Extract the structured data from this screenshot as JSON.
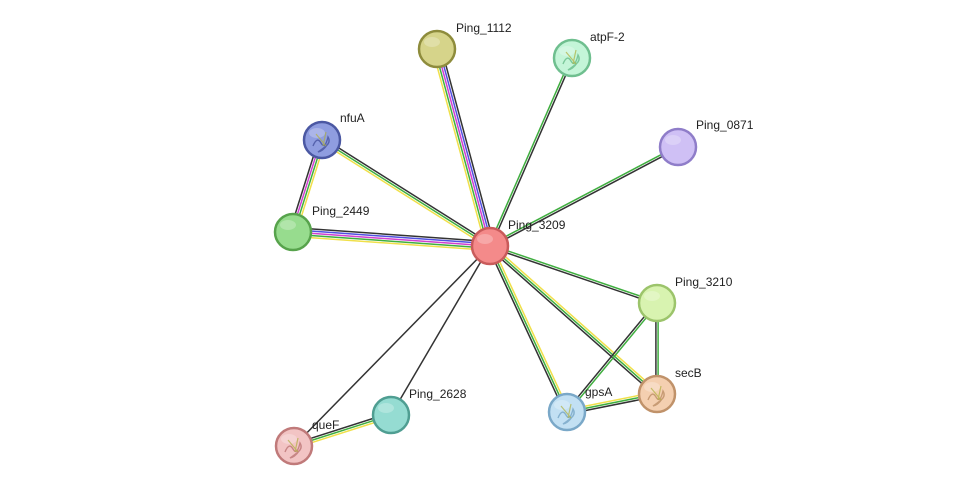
{
  "network": {
    "nodes": [
      {
        "id": "Ping_3209",
        "label": "Ping_3209",
        "color": "#f48a8a",
        "stroke": "#c95b5b",
        "structure": false
      },
      {
        "id": "Ping_1112",
        "label": "Ping_1112",
        "color": "#d6d48a",
        "stroke": "#8e8c3c",
        "structure": false
      },
      {
        "id": "atpF-2",
        "label": "atpF-2",
        "color": "#c4f5d8",
        "stroke": "#6fbf8f",
        "structure": true
      },
      {
        "id": "nfuA",
        "label": "nfuA",
        "color": "#8f9de0",
        "stroke": "#4b58a3",
        "structure": true
      },
      {
        "id": "Ping_0871",
        "label": "Ping_0871",
        "color": "#cfc0f5",
        "stroke": "#8f7dc9",
        "structure": false
      },
      {
        "id": "Ping_2449",
        "label": "Ping_2449",
        "color": "#97dc8e",
        "stroke": "#57a34c",
        "structure": false
      },
      {
        "id": "Ping_3210",
        "label": "Ping_3210",
        "color": "#d8f3b0",
        "stroke": "#9cc46b",
        "structure": false
      },
      {
        "id": "secB",
        "label": "secB",
        "color": "#f4cfb0",
        "stroke": "#c0926a",
        "structure": true
      },
      {
        "id": "gpsA",
        "label": "gpsA",
        "color": "#c2e0f3",
        "stroke": "#7aa8c8",
        "structure": true
      },
      {
        "id": "Ping_2628",
        "label": "Ping_2628",
        "color": "#95dcd2",
        "stroke": "#4f9e92",
        "structure": false
      },
      {
        "id": "queF",
        "label": "queF",
        "color": "#f2c4c4",
        "stroke": "#c07a7a",
        "structure": true
      }
    ],
    "edges": [
      {
        "from": "Ping_3209",
        "to": "Ping_1112",
        "colors": [
          "#f0e04a",
          "#3fae3f",
          "#d040d0",
          "#5050e0",
          "#333333"
        ]
      },
      {
        "from": "Ping_3209",
        "to": "atpF-2",
        "colors": [
          "#3fae3f",
          "#333333"
        ]
      },
      {
        "from": "Ping_3209",
        "to": "Ping_0871",
        "colors": [
          "#3fae3f",
          "#333333"
        ]
      },
      {
        "from": "Ping_3209",
        "to": "nfuA",
        "colors": [
          "#f0e04a",
          "#3fae3f",
          "#333333"
        ]
      },
      {
        "from": "Ping_3209",
        "to": "Ping_2449",
        "colors": [
          "#f0e04a",
          "#3fae3f",
          "#d040d0",
          "#5050e0",
          "#333333"
        ]
      },
      {
        "from": "Ping_3209",
        "to": "Ping_3210",
        "colors": [
          "#3fae3f",
          "#333333"
        ]
      },
      {
        "from": "Ping_3209",
        "to": "secB",
        "colors": [
          "#f0e04a",
          "#3fae3f",
          "#333333"
        ]
      },
      {
        "from": "Ping_3209",
        "to": "gpsA",
        "colors": [
          "#f0e04a",
          "#3fae3f",
          "#333333"
        ]
      },
      {
        "from": "Ping_3209",
        "to": "Ping_2628",
        "colors": [
          "#333333"
        ]
      },
      {
        "from": "Ping_3209",
        "to": "queF",
        "colors": [
          "#333333"
        ]
      },
      {
        "from": "nfuA",
        "to": "Ping_2449",
        "colors": [
          "#f0e04a",
          "#3fae3f",
          "#d040d0",
          "#333333"
        ]
      },
      {
        "from": "Ping_3210",
        "to": "secB",
        "colors": [
          "#3fae3f",
          "#333333"
        ]
      },
      {
        "from": "Ping_3210",
        "to": "gpsA",
        "colors": [
          "#3fae3f",
          "#333333"
        ]
      },
      {
        "from": "gpsA",
        "to": "secB",
        "colors": [
          "#f0e04a",
          "#3fae3f",
          "#333333"
        ]
      },
      {
        "from": "Ping_2628",
        "to": "queF",
        "colors": [
          "#f0e04a",
          "#3fae3f",
          "#333333"
        ]
      }
    ]
  }
}
